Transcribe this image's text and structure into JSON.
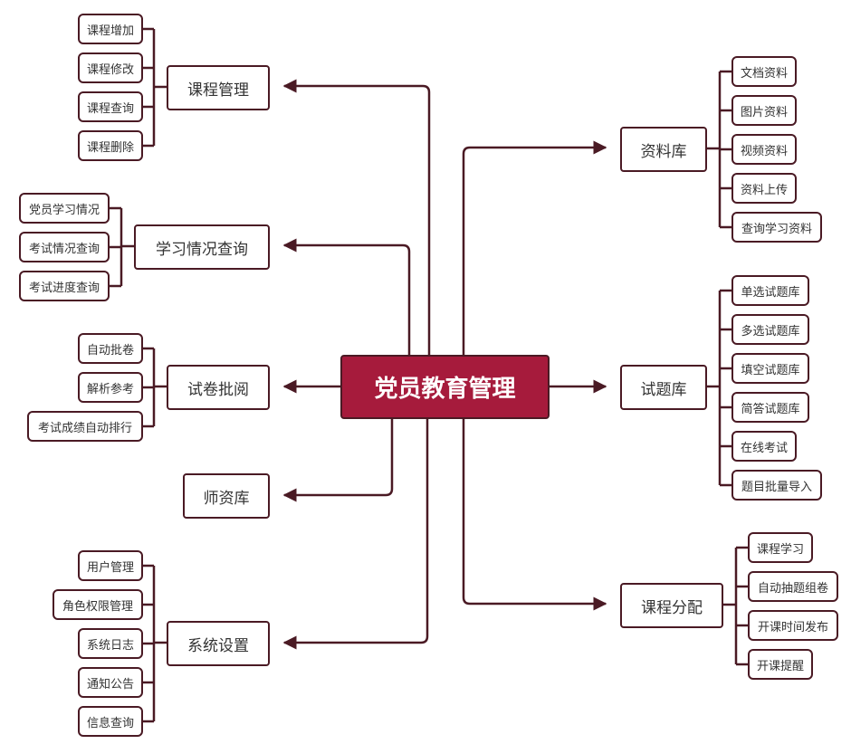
{
  "central": "党员教育管理",
  "colors": {
    "line": "#4a1a24",
    "central_fill": "#a61b3c",
    "border": "#4a1a24"
  },
  "left_branches": [
    {
      "label": "课程管理",
      "children": [
        "课程增加",
        "课程修改",
        "课程查询",
        "课程删除"
      ]
    },
    {
      "label": "学习情况查询",
      "children": [
        "党员学习情况",
        "考试情况查询",
        "考试进度查询"
      ]
    },
    {
      "label": "试卷批阅",
      "children": [
        "自动批卷",
        "解析参考",
        "考试成绩自动排行"
      ]
    },
    {
      "label": "师资库",
      "children": []
    },
    {
      "label": "系统设置",
      "children": [
        "用户管理",
        "角色权限管理",
        "系统日志",
        "通知公告",
        "信息查询"
      ]
    }
  ],
  "right_branches": [
    {
      "label": "资料库",
      "children": [
        "文档资料",
        "图片资料",
        "视频资料",
        "资料上传",
        "查询学习资料"
      ]
    },
    {
      "label": "试题库",
      "children": [
        "单选试题库",
        "多选试题库",
        "填空试题库",
        "简答试题库",
        "在线考试",
        "题目批量导入"
      ]
    },
    {
      "label": "课程分配",
      "children": [
        "课程学习",
        "自动抽题组卷",
        "开课时间发布",
        "开课提醒"
      ]
    }
  ]
}
